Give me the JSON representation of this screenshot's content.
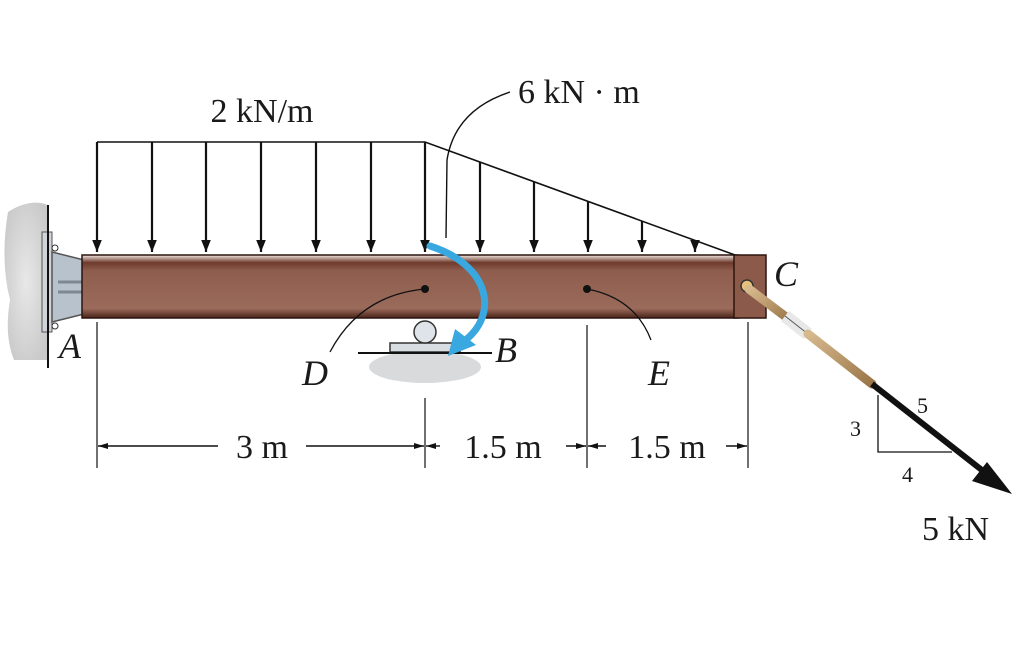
{
  "loads": {
    "distributed": "2 kN/m",
    "moment": "6 kN · m",
    "force": "5 kN"
  },
  "points": {
    "a": "A",
    "b": "B",
    "c": "C",
    "d": "D",
    "e": "E"
  },
  "dimensions": {
    "ab": "3 m",
    "be": "1.5 m",
    "ec": "1.5 m"
  },
  "slope": {
    "rise": "3",
    "run": "4",
    "hyp": "5"
  },
  "colors": {
    "beam": "#8b5a4a",
    "beam_dark": "#5a2e22",
    "moment_arrow": "#3aa8e0",
    "support": "#aeb8c2",
    "ground": "#d9dadb"
  }
}
